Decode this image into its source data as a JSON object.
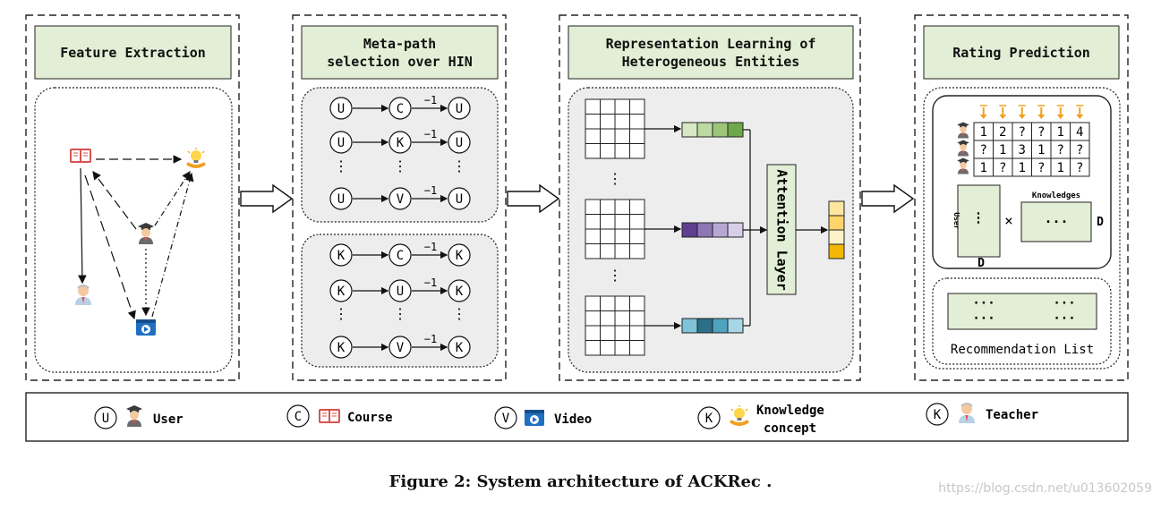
{
  "panels": {
    "feature_extraction": "Feature Extraction",
    "meta_path_line1": "Meta-path",
    "meta_path_line2": "selection over HIN",
    "repr_line1": "Representation Learning of",
    "repr_line2": "Heterogeneous Entities",
    "rating_prediction": "Rating Prediction"
  },
  "meta_paths": {
    "group1": [
      [
        "U",
        "C",
        "U"
      ],
      [
        "U",
        "K",
        "U"
      ],
      [
        "U",
        "V",
        "U"
      ]
    ],
    "group2": [
      [
        "K",
        "C",
        "K"
      ],
      [
        "K",
        "U",
        "K"
      ],
      [
        "K",
        "V",
        "K"
      ]
    ],
    "superscript": "−1",
    "ellipsis": "⋮"
  },
  "attention_label": "Attention Layer",
  "rating": {
    "matrix": [
      [
        "1",
        "2",
        "?",
        "?",
        "1",
        "4"
      ],
      [
        "?",
        "1",
        "3",
        "1",
        "?",
        "?"
      ],
      [
        "1",
        "?",
        "1",
        "?",
        "1",
        "?"
      ]
    ],
    "user_label": "User",
    "knowledges_label": "Knowledges",
    "d_label": "D",
    "times": "×",
    "dots": "···",
    "rec_list_label": "Recommendation List"
  },
  "legend": [
    {
      "letter": "U",
      "label": "User",
      "icon": "student-icon"
    },
    {
      "letter": "C",
      "label": "Course",
      "icon": "book-icon"
    },
    {
      "letter": "V",
      "label": "Video",
      "icon": "video-icon"
    },
    {
      "letter": "K",
      "label_line1": "Knowledge",
      "label_line2": "concept",
      "icon": "knowledge-icon"
    },
    {
      "letter": "K",
      "label": "Teacher",
      "icon": "teacher-icon"
    }
  ],
  "caption": "Figure 2: System architecture of ACKRec .",
  "watermark": "https://blog.csdn.net/u013602059",
  "colors": {
    "header_fill": "#e2eed5",
    "panel_fill": "#ededed",
    "green_vec": [
      "#d6e8c4",
      "#bcd9a2",
      "#9ec67a",
      "#6fa84a"
    ],
    "purple_vec": [
      "#5e3f8f",
      "#8d76b4",
      "#b7a8d3",
      "#d7cfe8"
    ],
    "blue_vec": [
      "#7fc3d8",
      "#2b6f88",
      "#4fa3bf",
      "#a7d7e6"
    ],
    "attn_vec": [
      "#ffe6a1",
      "#fed46b",
      "#fff1c8",
      "#f2b705"
    ],
    "orange_arrow": "#f0a020"
  }
}
